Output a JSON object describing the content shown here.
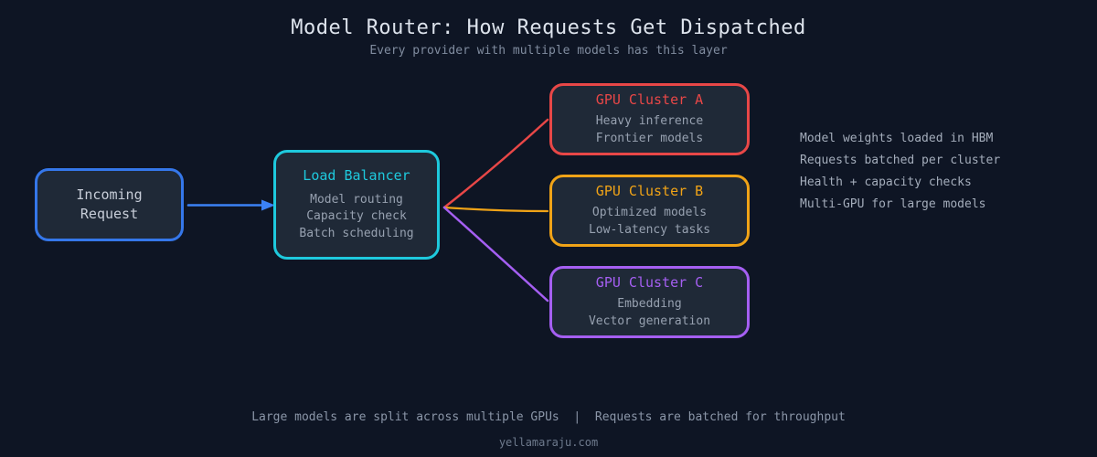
{
  "page": {
    "title": "Model Router: How Requests Get Dispatched",
    "subtitle": "Every provider with multiple models has this layer",
    "footnote": "Large models are split across multiple GPUs  |  Requests are batched for throughput",
    "watermark": "yellamaraju.com"
  },
  "nodes": {
    "incoming": {
      "lines": [
        "Incoming",
        "Request"
      ],
      "accent": "#3577ea"
    },
    "balancer": {
      "title": "Load Balancer",
      "lines": [
        "Model routing",
        "Capacity check",
        "Batch scheduling"
      ],
      "accent": "#1ec9dd"
    },
    "cluster_a": {
      "title": "GPU Cluster A",
      "lines": [
        "Heavy inference",
        "Frontier models"
      ],
      "accent": "#e84747"
    },
    "cluster_b": {
      "title": "GPU Cluster B",
      "lines": [
        "Optimized models",
        "Low-latency tasks"
      ],
      "accent": "#f0a317"
    },
    "cluster_c": {
      "title": "GPU Cluster C",
      "lines": [
        "Embedding",
        "Vector generation"
      ],
      "accent": "#a55ff2"
    }
  },
  "notes": {
    "items": [
      "Model weights loaded in HBM",
      "Requests batched per cluster",
      "Health + capacity checks",
      "Multi-GPU for large models"
    ]
  },
  "colors": {
    "background": "#0e1524",
    "node_fill": "#1f2937",
    "arrow_blue": "#3b82f6",
    "title_text": "#dde3ec",
    "body_text": "#97a1b0"
  }
}
